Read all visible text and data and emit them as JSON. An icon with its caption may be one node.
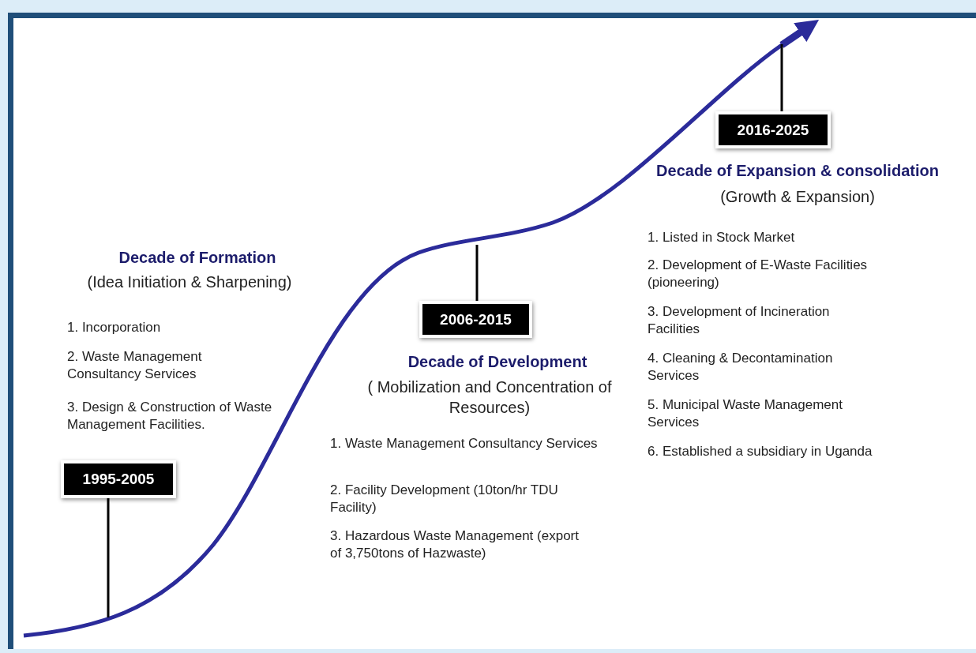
{
  "diagram": {
    "nodes": [
      {
        "text": [
          "1995-2005"
        ]
      },
      {
        "text": [
          "2006-2015"
        ]
      },
      {
        "text": [
          "2016-2025"
        ]
      }
    ],
    "edges": [
      {
        "from": 0,
        "to": null,
        "arrow": "none"
      },
      {
        "from": 1,
        "to": null,
        "arrow": "none"
      },
      {
        "from": 2,
        "to": null,
        "arrow": "none"
      }
    ],
    "labels": [
      "Decade of Formation",
      "(Idea Initiation & Sharpening)",
      "1. Incorporation",
      "2. Waste Management Consultancy Services",
      "3. Design & Construction of Waste Management Facilities.",
      "Decade of  Development",
      "( Mobilization and Concentration of Resources)",
      "1.  Waste Management Consultancy Services",
      "2. Facility Development (10ton/hr TDU Facility)",
      "3. Hazardous Waste Management (export of  3,750tons of Hazwaste)",
      "Decade of Expansion & consolidation",
      "(Growth & Expansion)",
      "1. Listed  in Stock Market",
      "2. Development of E-Waste Facilities (pioneering)",
      "3. Development of Incineration Facilities",
      "4. Cleaning & Decontamination Services",
      "5. Municipal Waste Management Services",
      "6. Established a subsidiary in Uganda"
    ]
  }
}
